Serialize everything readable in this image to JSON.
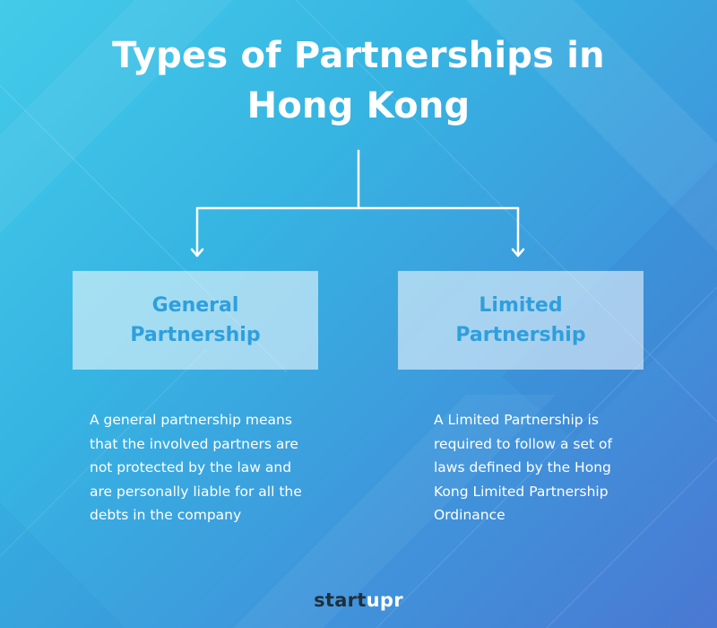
{
  "title": "Types of Partnerships in Hong Kong",
  "nodes": [
    {
      "label": "General Partnership",
      "description": "A general partnership means that the involved partners are not protected by the law and are personally liable for all the debts in the company"
    },
    {
      "label": "Limited Partnership",
      "description": "A Limited Partnership is required to follow a set of laws defined by the Hong Kong Limited Partnership Ordinance"
    }
  ],
  "brand": {
    "part1": "start",
    "part2": "upr"
  },
  "colors": {
    "background_start": "#43cbe9",
    "background_end": "#4a78d2",
    "box_fill": "#ffffff",
    "box_label": "#2f9fdc",
    "text": "#ffffff",
    "brand_dark": "#1f2f3d"
  }
}
